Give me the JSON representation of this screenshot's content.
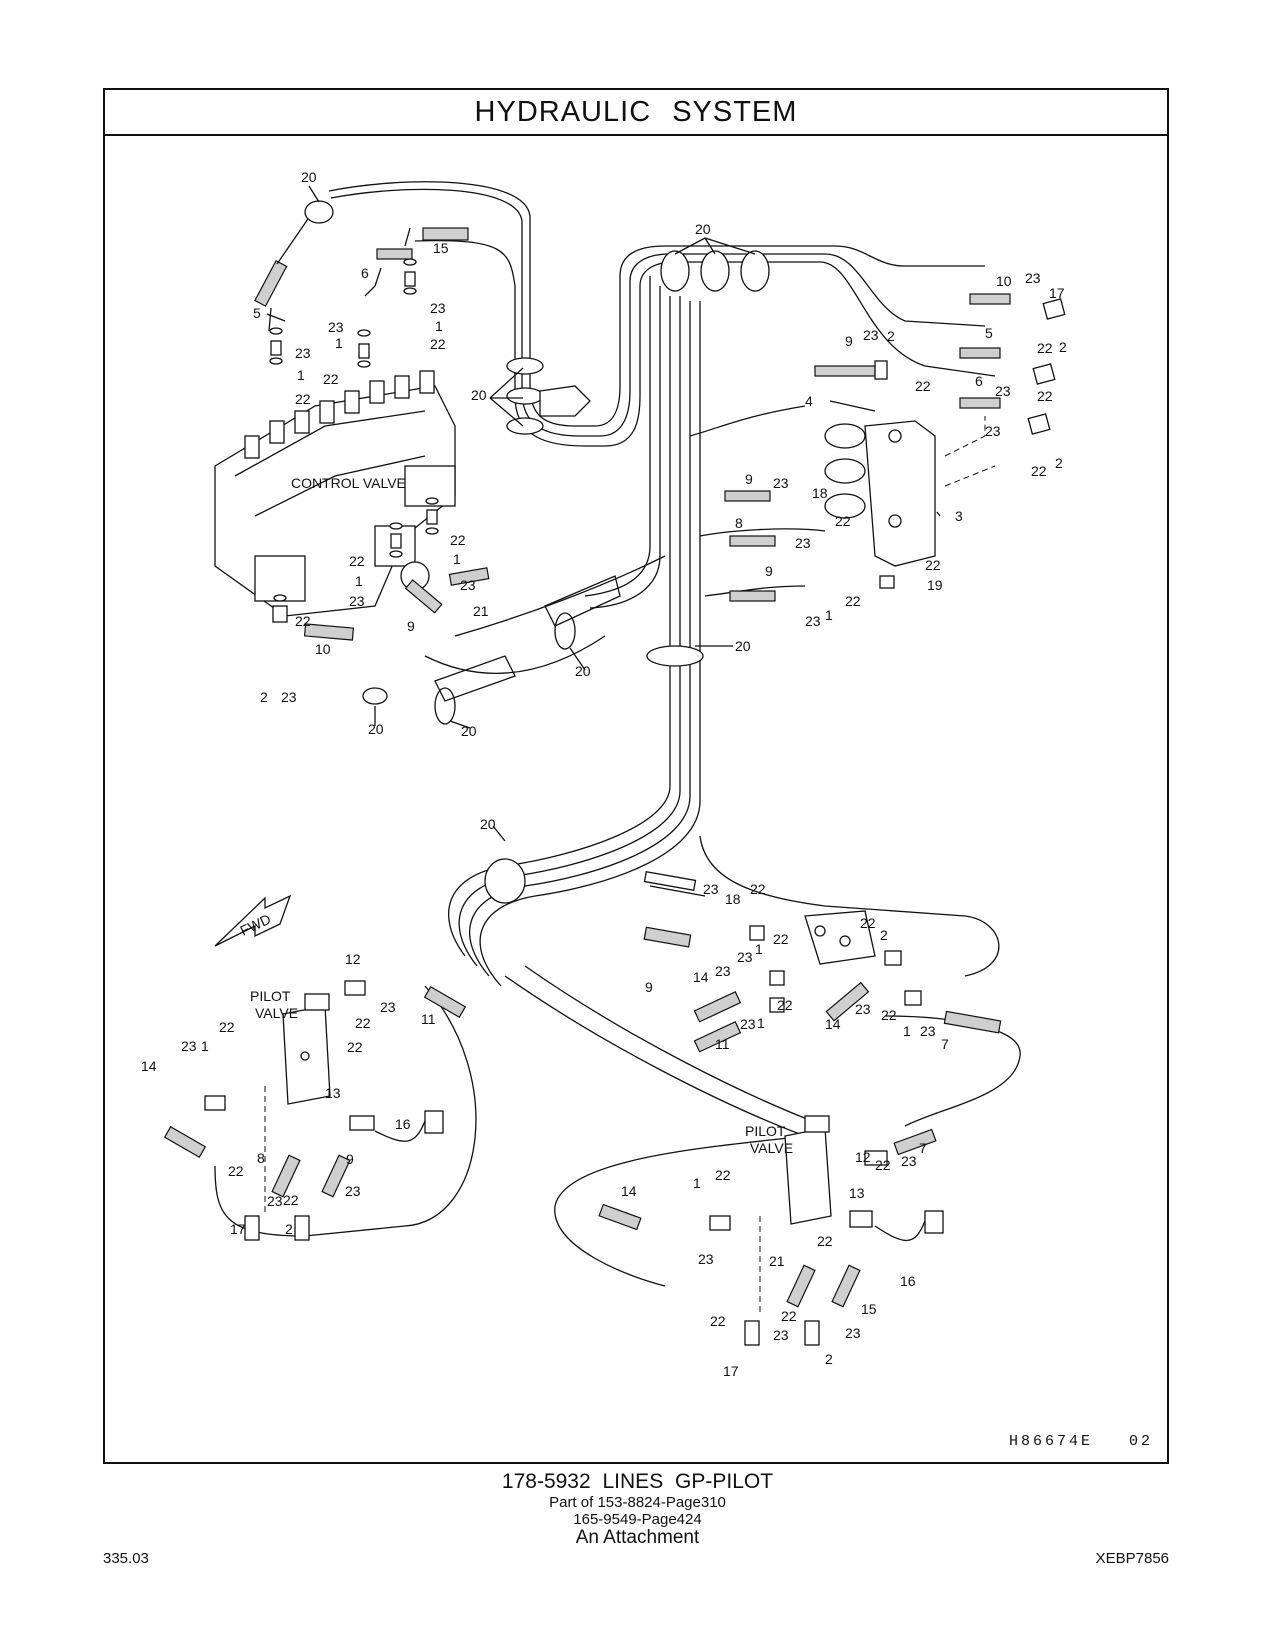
{
  "header": {
    "title": "HYDRAULIC SYSTEM"
  },
  "figure": {
    "code": "H86674E",
    "revision": "02",
    "labels": {
      "control_valve": "CONTROL VALVE",
      "pilot_valve_left_1": "PILOT",
      "pilot_valve_left_2": "VALVE",
      "pilot_valve_right_1": "PILOT",
      "pilot_valve_right_2": "VALVE",
      "fwd": "FWD"
    },
    "callouts": [
      "1",
      "2",
      "3",
      "4",
      "5",
      "6",
      "7",
      "8",
      "9",
      "10",
      "11",
      "12",
      "13",
      "14",
      "15",
      "16",
      "17",
      "18",
      "19",
      "20",
      "21",
      "22",
      "23"
    ]
  },
  "caption": {
    "title": "178-5932 LINES GP-PILOT",
    "part_of_1": "Part of 153-8824-Page310",
    "part_of_2": "165-9549-Page424",
    "attachment": "An Attachment"
  },
  "footer": {
    "page_number": "335.03",
    "doc_code": "XEBP7856"
  }
}
